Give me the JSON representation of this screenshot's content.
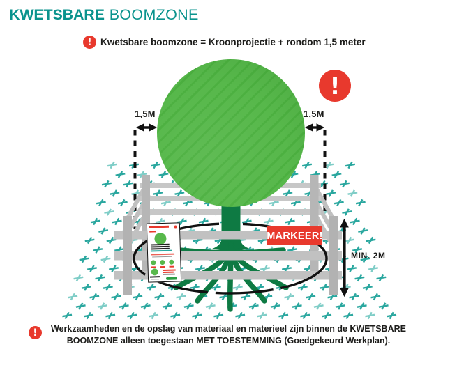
{
  "header": {
    "title_bold": "KWETSBARE",
    "title_light": "BOOMZONE"
  },
  "callout": {
    "icon": "!",
    "text": "Kwetsbare boomzone = Kroonprojectie + rondom 1,5 meter"
  },
  "diagram": {
    "warning_icon": "!",
    "left_margin_label": "1,5M",
    "right_margin_label": "1,5M",
    "height_label": "MIN. 2M",
    "sign_label": "MARKEER!"
  },
  "footer": {
    "icon": "!",
    "line1": "Werkzaamheden en de opslag van materiaal en materieel zijn binnen de KWETSBARE",
    "line2": "BOOMZONE alleen toegestaan MET TOESTEMMING (Goedgekeurd Werkplan)."
  },
  "colors": {
    "teal": "#0a938d",
    "red": "#e8392d",
    "crown": "#57b84b",
    "crown_stripe": "#4cb040",
    "trunk": "#0e7a43",
    "cross_teal": "#2aa79f",
    "cross_teal_light": "#7fcdc7",
    "ink": "#1d1d1b"
  }
}
